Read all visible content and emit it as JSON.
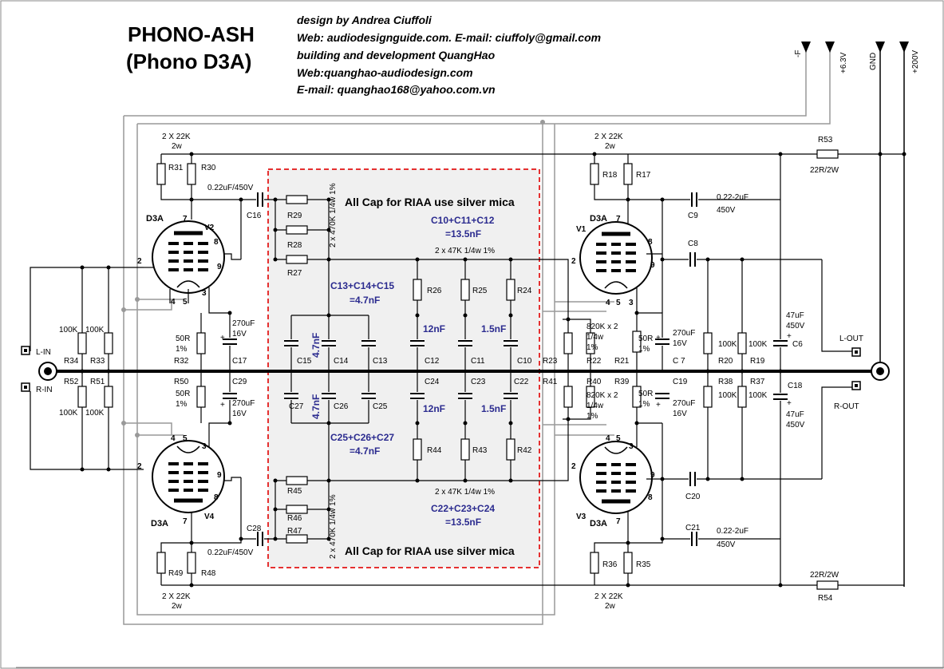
{
  "title": {
    "line1": "PHONO-ASH",
    "line2": "(Phono D3A)"
  },
  "credits": [
    "design by Andrea Ciuffoli",
    "Web: audiodesignguide.com. E-mail: ciuffoly@gmail.com",
    "building and development QuangHao",
    "Web:quanghao-audiodesign.com",
    " E-mail: quanghao168@yahoo.com.vn"
  ],
  "supply": {
    "minus_f": "-F",
    "v63": "+6.3V",
    "gnd": "GND",
    "v200": "+200V"
  },
  "notes": {
    "riaa_top": "All Cap for RIAA use silver mica",
    "riaa_bottom": "All Cap for RIAA use silver mica",
    "sum_top": "C10+C11+C12",
    "sum_top_val": "=13.5nF",
    "sum_bottom": "C22+C23+C24",
    "sum_bottom_val": "=13.5nF",
    "sum_mid_top": "C13+C14+C15",
    "sum_mid_top_val": "=4.7nF",
    "sum_mid_bottom": "C25+C26+C27",
    "sum_mid_bottom_val": "=4.7nF",
    "cap_12nF_top": "12nF",
    "cap_15nF_top": "1.5nF",
    "cap_12nF_bottom": "12nF",
    "cap_15nF_bottom": "1.5nF",
    "cap_47nF_top": "4.7nF",
    "cap_47nF_bottom": "4.7nF"
  },
  "labels": {
    "r2x22k_tl": "2 X 22K",
    "r2w_tl": "2w",
    "r2x22k_tr": "2 X 22K",
    "r2w_tr": "2w",
    "r2x22k_bl": "2 X 22K",
    "r2w_bl": "2w",
    "r2x22k_br": "2 X 22K",
    "r2w_br": "2w",
    "c022_top": "0.22uF/450V",
    "c022_bot": "0.22uF/450V",
    "c022_2uf_top": "0.22-2uF",
    "c450_top": "450V",
    "c022_2uf_bot": "0.22-2uF",
    "c450_bot": "450V",
    "r470k_top": "2 x 470K 1/4w 1%",
    "r470k_bot": "2 x 470K 1/4w 1%",
    "r47k_top": "2 x 47K 1/4w 1%",
    "r47k_bot": "2 x 47K 1/4w 1%",
    "r820k_top": "820K x 2",
    "r820k_top2": "1/4w",
    "r820k_top3": "1%",
    "r820k_bot": "820K x 2",
    "r820k_bot2": "1/4w",
    "r820k_bot3": "1%",
    "c270_l_top": "270uF",
    "c270_l_top2": "16V",
    "c270_l_bot": "270uF",
    "c270_l_bot2": "16V",
    "c270_r_top": "270uF",
    "c270_r_top2": "16V",
    "c270_r_bot": "270uF",
    "c270_r_bot2": "16V",
    "c47_top": "47uF",
    "c47_top2": "450V",
    "c47_bot": "47uF",
    "c47_bot2": "450V",
    "r50r_l_top": "50R",
    "r50r_l_top2": "1%",
    "r50r_l_bot": "50R",
    "r50r_l_bot2": "1%",
    "r50r_r_top": "50R",
    "r50r_r_top2": "1%",
    "r50r_r_bot": "50R",
    "r50r_r_bot2": "1%",
    "r100k": "100K",
    "r22r_top": "22R/2W",
    "r22r_bot": "22R/2W",
    "tube_d3a": "D3A",
    "l_in": "L-IN",
    "r_in": "R-IN",
    "l_out": "L-OUT",
    "r_out": "R-OUT"
  },
  "refs": {
    "R31": "R31",
    "R30": "R30",
    "R29": "R29",
    "R28": "R28",
    "R27": "R27",
    "R26": "R26",
    "R25": "R25",
    "R24": "R24",
    "R18": "R18",
    "R17": "R17",
    "R53": "R53",
    "R34": "R34",
    "R33": "R33",
    "R52": "R52",
    "R51": "R51",
    "R32": "R32",
    "R50": "R50",
    "R45": "R45",
    "R46": "R46",
    "R47": "R47",
    "R44": "R44",
    "R43": "R43",
    "R42": "R42",
    "R49": "R49",
    "R48": "R48",
    "R36": "R36",
    "R35": "R35",
    "R54": "R54",
    "R23": "R23",
    "R22": "R22",
    "R41": "R41",
    "R40": "R40",
    "R21": "R21",
    "R39": "R39",
    "R20": "R20",
    "R19": "R19",
    "R38": "R38",
    "R37": "R37",
    "C16": "C16",
    "C17": "C17",
    "C29": "C29",
    "C28": "C28",
    "C15": "C15",
    "C14": "C14",
    "C13": "C13",
    "C12": "C12",
    "C11": "C11",
    "C10": "C10",
    "C27": "C27",
    "C26": "C26",
    "C25": "C25",
    "C24": "C24",
    "C23": "C23",
    "C22": "C22",
    "C9": "C9",
    "C8": "C8",
    "C7": "C 7",
    "C19": "C19",
    "C20": "C20",
    "C21": "C21",
    "C6": "C6",
    "C18": "C18",
    "V1": "V1",
    "V2": "V2",
    "V3": "V3",
    "V4": "V4"
  },
  "pins": {
    "p2": "2",
    "p3": "3",
    "p4": "4",
    "p5": "5",
    "p7": "7",
    "p8": "8",
    "p9": "9"
  }
}
